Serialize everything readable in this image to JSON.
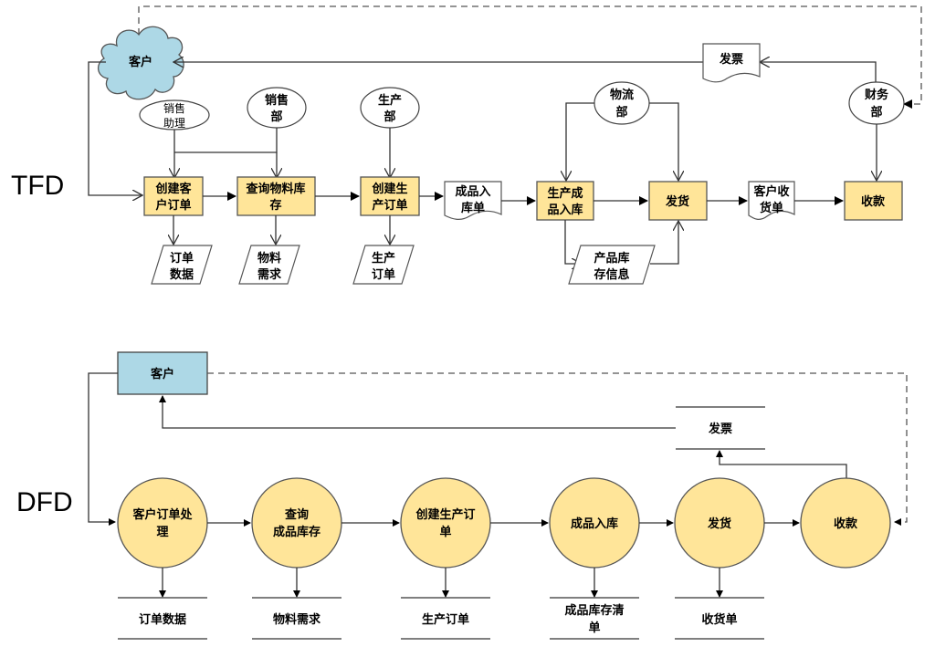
{
  "colors": {
    "process_fill": "#FFE599",
    "entity_fill": "#ADD8E6",
    "line": "#333333"
  },
  "tfd": {
    "side_label": "TFD",
    "customer": "客户",
    "invoice_doc": [
      "发票"
    ],
    "departments": {
      "sales_assistant": [
        "销售",
        "助理"
      ],
      "sales": [
        "销售",
        "部"
      ],
      "production": [
        "生产",
        "部"
      ],
      "logistics": [
        "物流",
        "部"
      ],
      "finance": [
        "财务",
        "部"
      ]
    },
    "processes": {
      "create_customer_order": [
        "创建客",
        "户订单"
      ],
      "query_material_stock": [
        "查询物料库",
        "存"
      ],
      "create_production_order": [
        "创建生",
        "产订单"
      ],
      "product_warehousing": [
        "生产成",
        "品入库"
      ],
      "shipping": [
        "发货"
      ],
      "payment": [
        "收款"
      ]
    },
    "documents": {
      "finished_goods_receipt": [
        "成品入",
        "库单"
      ],
      "customer_receipt": [
        "客户收",
        "货单"
      ]
    },
    "data_outputs": {
      "order_data": [
        "订单",
        "数据"
      ],
      "material_requirement": [
        "物料",
        "需求"
      ],
      "production_order": [
        "生产",
        "订单"
      ],
      "product_stock_info": [
        "产品库",
        "存信息"
      ]
    }
  },
  "dfd": {
    "side_label": "DFD",
    "customer": "客户",
    "invoice_store": "发票",
    "processes": [
      [
        "客户订单处",
        "理"
      ],
      [
        "查询",
        "成品库存"
      ],
      [
        "创建生产订",
        "单"
      ],
      [
        "成品入库"
      ],
      [
        "发货"
      ],
      [
        "收款"
      ]
    ],
    "stores": [
      [
        "订单数据"
      ],
      [
        "物料需求"
      ],
      [
        "生产订单"
      ],
      [
        "成品库存清",
        "单"
      ],
      [
        "收货单"
      ]
    ]
  }
}
